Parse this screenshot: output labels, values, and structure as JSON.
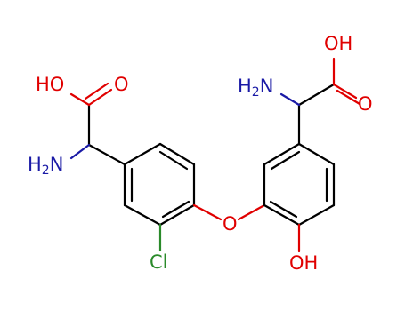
{
  "colors": {
    "bond": "#000000",
    "oxygen": "#e00000",
    "nitrogen": "#1a1aa6",
    "chlorine": "#2a8a2a",
    "background": "#ffffff"
  },
  "atoms": {
    "left_acid_oh": "HO",
    "left_carbonyl_o": "O",
    "left_amine": "H2N",
    "ether_o": "O",
    "chloro": "Cl",
    "right_hydroxyl": "OH",
    "right_acid_oh": "OH",
    "right_carbonyl_o": "O",
    "right_amine": "H2N"
  }
}
